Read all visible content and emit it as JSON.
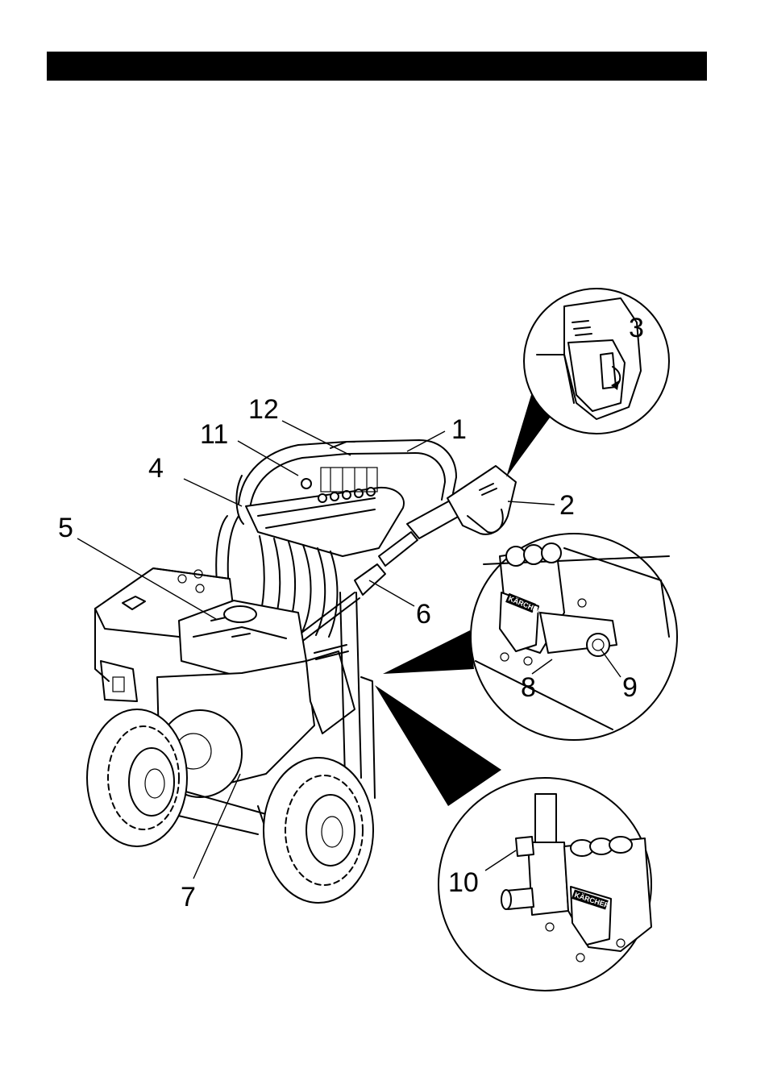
{
  "header_bar": {
    "fill": "#000000"
  },
  "callouts": [
    "1",
    "2",
    "3",
    "4",
    "5",
    "6",
    "7",
    "8",
    "9",
    "10",
    "11",
    "12"
  ],
  "brand_label": "KÄRCHER",
  "colors": {
    "line": "#000000",
    "background": "#ffffff"
  }
}
